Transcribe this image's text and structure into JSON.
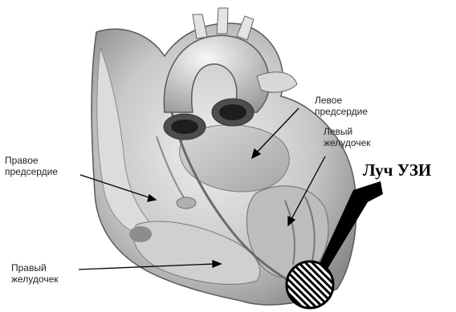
{
  "labels": {
    "left_atrium": "Левое\nпредсердие",
    "left_ventricle": "Левый\nжелудочек",
    "right_atrium": "Правое\nпредсердие",
    "right_ventricle": "Правый\nжелудочек",
    "ultrasound_beam": "Луч УЗИ"
  },
  "colors": {
    "background": "#ffffff",
    "tissue_light": "#e6e6e6",
    "tissue_mid": "#b4b4b4",
    "tissue_dark": "#6e6e6e",
    "arrow": "#000000"
  }
}
